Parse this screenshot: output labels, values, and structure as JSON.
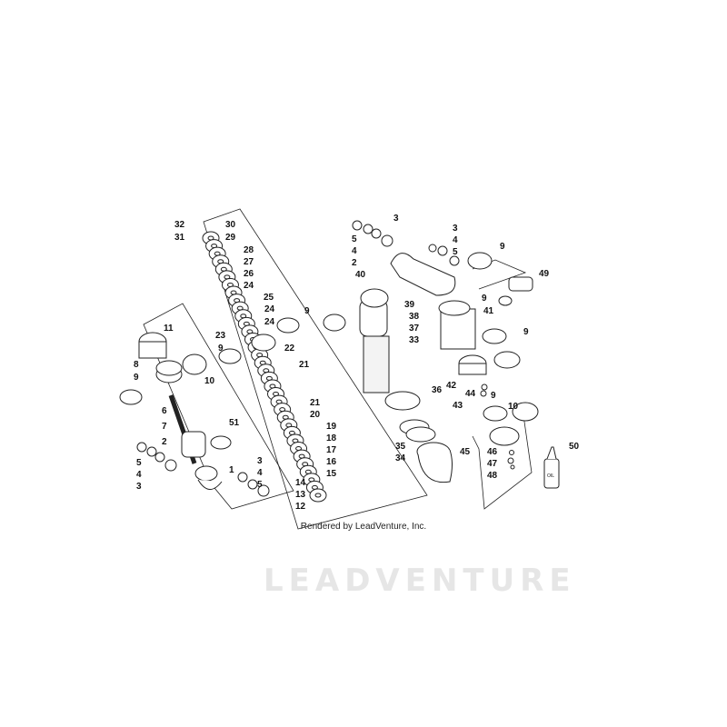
{
  "diagram": {
    "watermark": "LEADVENTURE",
    "footer": "Rendered by LeadVenture, Inc.",
    "oil_bottle_text": "OIL",
    "labels": [
      "32",
      "30",
      "31",
      "29",
      "28",
      "27",
      "26",
      "24",
      "25",
      "24",
      "24",
      "9",
      "23",
      "22",
      "9",
      "21",
      "11",
      "8",
      "9",
      "10",
      "21",
      "20",
      "19",
      "18",
      "17",
      "16",
      "15",
      "14",
      "13",
      "12",
      "6",
      "7",
      "51",
      "2",
      "5",
      "4",
      "3",
      "1",
      "3",
      "4",
      "5",
      "3",
      "5",
      "4",
      "2",
      "40",
      "3",
      "4",
      "5",
      "9",
      "49",
      "9",
      "41",
      "39",
      "38",
      "37",
      "33",
      "9",
      "42",
      "44",
      "43",
      "36",
      "9",
      "10",
      "35",
      "34",
      "45",
      "46",
      "47",
      "48",
      "50"
    ]
  }
}
